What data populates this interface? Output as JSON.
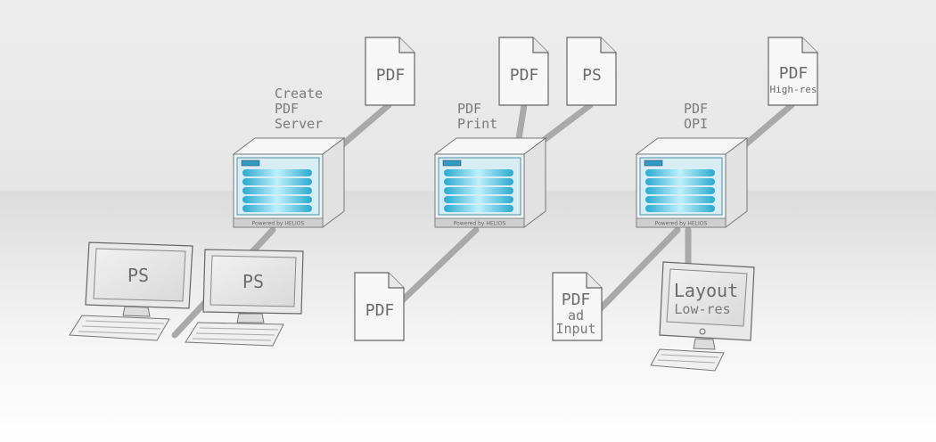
{
  "servers": [
    {
      "id": "create-pdf",
      "label": [
        "Create",
        "PDF",
        "Server"
      ],
      "badge": "Powered by HELIOS"
    },
    {
      "id": "pdf-print",
      "label": [
        "PDF",
        "Print"
      ],
      "badge": "Powered by HELIOS"
    },
    {
      "id": "pdf-opi",
      "label": [
        "PDF",
        "OPI"
      ],
      "badge": "Powered by HELIOS"
    }
  ],
  "documents": {
    "create_out": {
      "title": "PDF"
    },
    "print_pdf": {
      "title": "PDF"
    },
    "print_ps": {
      "title": "PS"
    },
    "opi_out": {
      "title": "PDF",
      "subtitle": "High-res"
    },
    "print_in": {
      "title": "PDF"
    },
    "opi_in": {
      "title": "PDF",
      "subtitle": [
        "ad",
        "Input"
      ]
    }
  },
  "workstations": [
    {
      "id": "ws-1",
      "screen": "PS"
    },
    {
      "id": "ws-2",
      "screen": "PS"
    }
  ],
  "layout_station": {
    "lines": [
      "Layout",
      "Low-res"
    ]
  },
  "colors": {
    "connector": "#a9a9a9",
    "server_accent": "#5ec9e0",
    "doc_fill": "#f7f7f7"
  }
}
